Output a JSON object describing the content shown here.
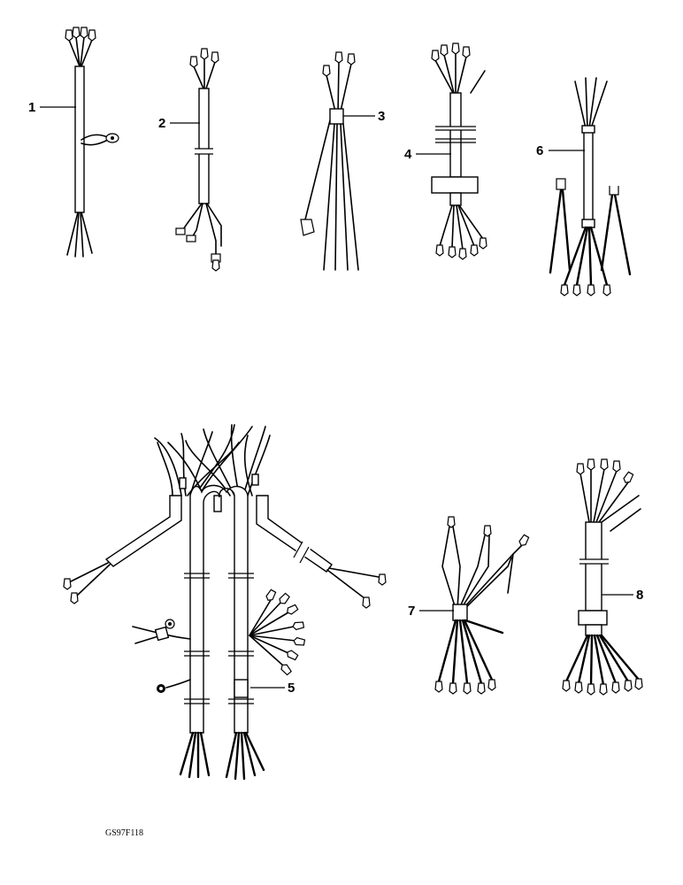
{
  "figure": {
    "labels": [
      "1",
      "2",
      "3",
      "4",
      "5",
      "6",
      "7",
      "8"
    ],
    "code": "GS97F118"
  }
}
